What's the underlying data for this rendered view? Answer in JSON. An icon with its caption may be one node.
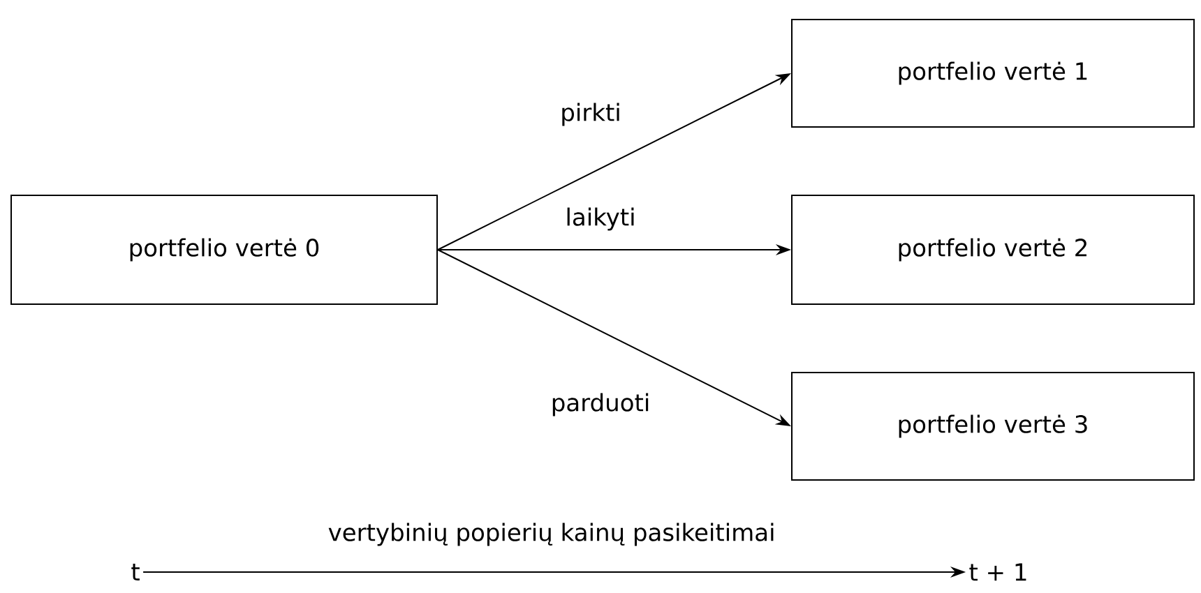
{
  "diagram": {
    "nodes": [
      {
        "text": [
          "portfelio vertė 0"
        ]
      },
      {
        "text": [
          "portfelio vertė 1"
        ]
      },
      {
        "text": [
          "portfelio vertė 2"
        ]
      },
      {
        "text": [
          "portfelio vertė 3"
        ]
      },
      {
        "text": [
          "t"
        ]
      },
      {
        "text": [
          "t + 1"
        ]
      }
    ],
    "edges": [
      {
        "from": 0,
        "to": 1,
        "arrow": "to",
        "label": "pirkti"
      },
      {
        "from": 0,
        "to": 2,
        "arrow": "to",
        "label": "laikyti"
      },
      {
        "from": 0,
        "to": 3,
        "arrow": "to",
        "label": "parduoti"
      },
      {
        "from": 4,
        "to": 5,
        "arrow": "to",
        "label": "vertybinių popierių kainų pasikeitimai"
      }
    ]
  }
}
